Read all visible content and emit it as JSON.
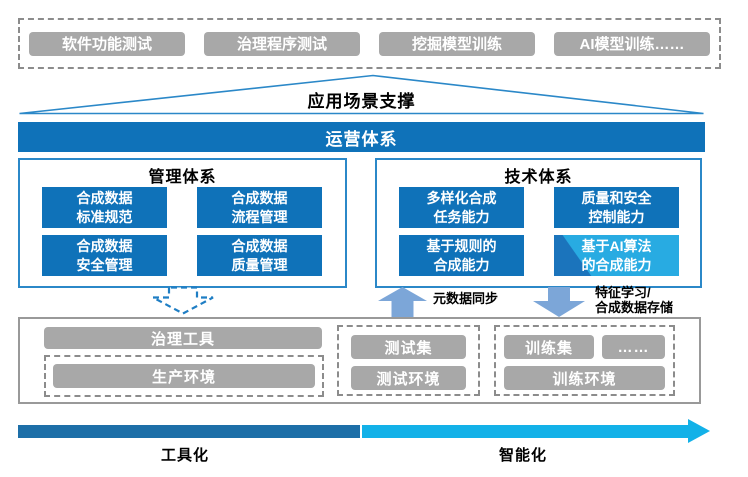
{
  "colors": {
    "primary_blue": "#0f72b9",
    "box_border_blue": "#2b88c8",
    "cyan_box": "#28abe2",
    "cyan_box_corner": "#1b74bc",
    "gray_button": "#a8a8a8",
    "flow_arrow_blue": "#7ca6d8",
    "dashed_arrow_blue": "#1f7ec4",
    "axis_dark_blue": "#1d6fa8",
    "axis_cyan": "#13b1e8"
  },
  "scenarios": {
    "items": [
      "软件功能测试",
      "治理程序测试",
      "挖掘模型训练",
      "AI模型训练……"
    ]
  },
  "support": {
    "label": "应用场景支撑"
  },
  "operation": {
    "label": "运营体系"
  },
  "management": {
    "title": "管理体系",
    "items": [
      "合成数据\n标准规范",
      "合成数据\n流程管理",
      "合成数据\n安全管理",
      "合成数据\n质量管理"
    ]
  },
  "technology": {
    "title": "技术体系",
    "items": [
      "多样化合成\n任务能力",
      "质量和安全\n控制能力",
      "基于规则的\n合成能力",
      "基于AI算法\n的合成能力"
    ]
  },
  "flows": {
    "metadata_sync": "元数据同步",
    "feature_learning": "特征学习/\n合成数据存储"
  },
  "resources": {
    "governance_tool": "治理工具",
    "production_env": "生产环境",
    "test_set": "测试集",
    "test_env": "测试环境",
    "train_set": "训练集",
    "more": "……",
    "train_env": "训练环境"
  },
  "axis": {
    "left_label": "工具化",
    "right_label": "智能化"
  }
}
